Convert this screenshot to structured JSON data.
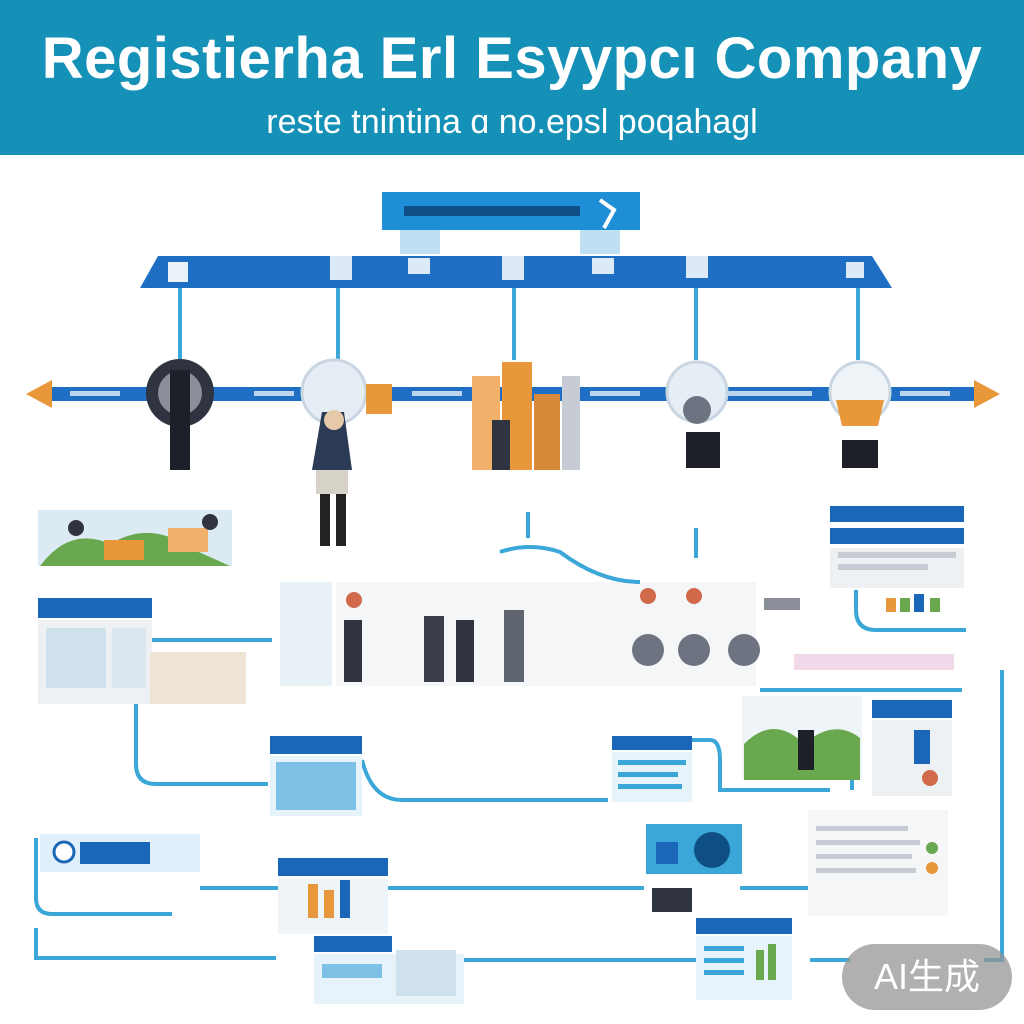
{
  "header": {
    "title": "Registierha Erl Esyypcı Company",
    "subtitle": "reste tnintina ɑ no.epsl poqahagl"
  },
  "colors": {
    "header_bg": "#1591b8",
    "bar_blue": "#1e6fc4",
    "line_blue": "#3aa7d8",
    "panel_blue": "#1a66b8",
    "accent_orange": "#e8973a",
    "dark_figure": "#2f3440"
  },
  "badge": {
    "label": "AI生成"
  }
}
